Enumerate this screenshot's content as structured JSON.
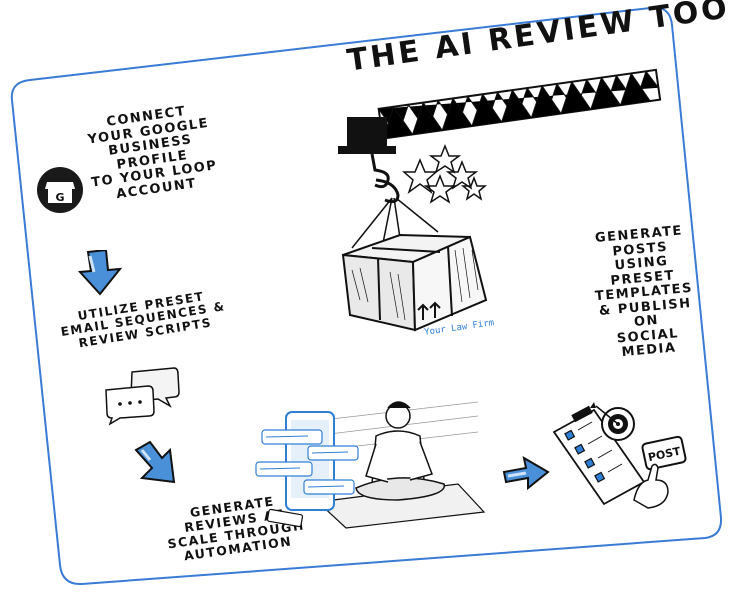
{
  "title": "THE AI REVIEW TOOL",
  "box_label": "Your Law Firm",
  "steps": {
    "connect": [
      "CONNECT",
      "YOUR GOOGLE",
      "BUSINESS",
      "PROFILE",
      "TO YOUR LOOP",
      "ACCOUNT"
    ],
    "preset": [
      "UTILIZE PRESET",
      "EMAIL SEQUENCES &",
      "REVIEW SCRIPTS"
    ],
    "generate_reviews": [
      "GENERATE",
      "REVIEWS AT",
      "SCALE THROUGH",
      "AUTOMATION"
    ],
    "generate_posts": [
      "GENERATE",
      "POSTS",
      "USING",
      "PRESET",
      "TEMPLATES",
      "& PUBLISH",
      "ON",
      "SOCIAL",
      "MEDIA"
    ]
  },
  "gbp_letter": "G",
  "post_button": "POST",
  "colors": {
    "border": "#3a7bd5",
    "arrow": "#4a90d9",
    "ink": "#111111",
    "accent": "#2f7fd6"
  }
}
